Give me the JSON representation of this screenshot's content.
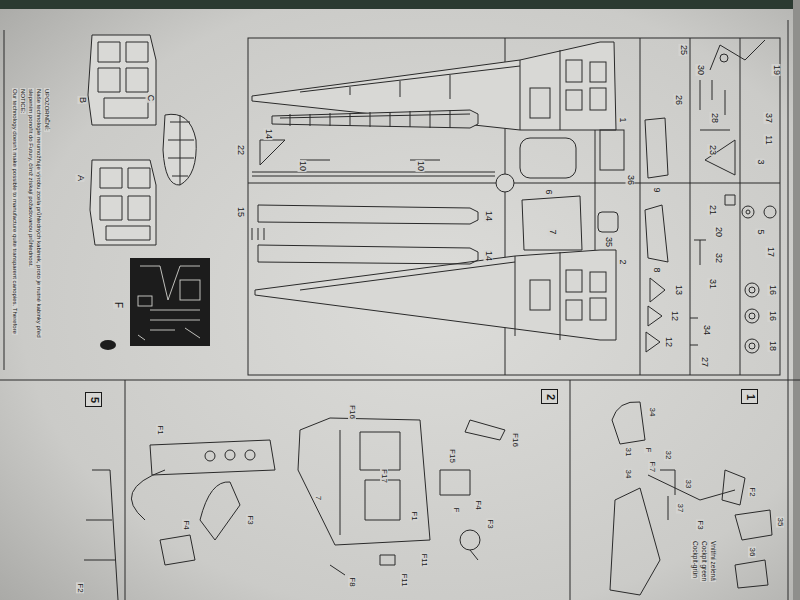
{
  "diagram": {
    "nodes": [
      {
        "text": [
          "1"
        ]
      },
      {
        "text": [
          "2"
        ]
      },
      {
        "text": [
          "5"
        ]
      }
    ],
    "labels": [
      "UPOZORNĚNÍ:",
      "Naše technologie neumožňuje výrobu zcela průhledných kabinek, proto je nutné kabinky před",
      "slepením ponořit do Futury, čímž získají požadovanou průhlednost.",
      "NOTICE:",
      "Our technology doesn't make possible to manufacture quite transparent canopies. Therefore",
      "25",
      "19",
      "26",
      "30",
      "28",
      "37",
      "11",
      "1",
      "23",
      "3",
      "36",
      "9",
      "6",
      "14",
      "22",
      "10",
      "10",
      "15",
      "14",
      "14",
      "7",
      "35",
      "8",
      "21",
      "20",
      "5",
      "17",
      "32",
      "31",
      "16",
      "16",
      "18",
      "13",
      "12",
      "12",
      "34",
      "27",
      "2",
      "B",
      "C",
      "A",
      "F",
      "34",
      "31",
      "F",
      "F5",
      "32",
      "34",
      "33",
      "37",
      "F2",
      "35",
      "F3",
      "36",
      "7",
      "Vnitřní zelená",
      "Cockpit green",
      "Cockpit-grün",
      "F16",
      "F15",
      "F",
      "F4",
      "F3",
      "F16",
      "F17",
      "F1",
      "F11",
      "7",
      "F11",
      "F8",
      "F1",
      "F4",
      "F3",
      "F2"
    ]
  }
}
